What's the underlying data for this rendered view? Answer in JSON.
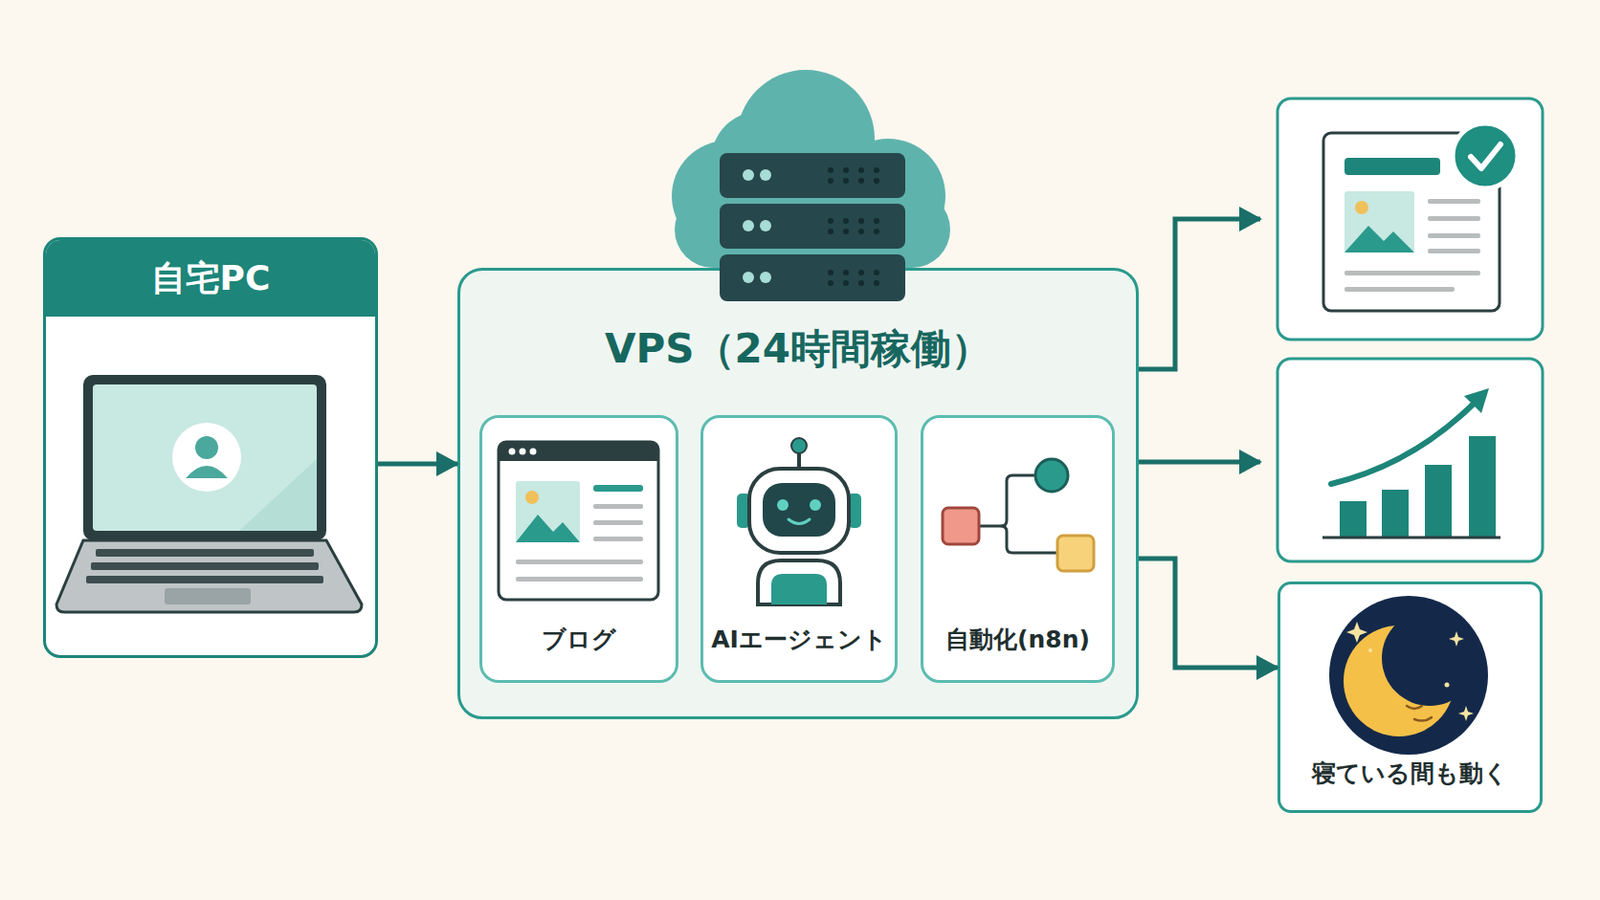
{
  "diagram": {
    "nodes": [
      {
        "text": [
          "自宅PC"
        ]
      },
      {
        "text": [
          "VPS（24時間稼働）"
        ]
      },
      {
        "text": [
          "ブログ"
        ],
        "in": 1
      },
      {
        "text": [
          "AIエージェント"
        ],
        "in": 1
      },
      {
        "text": [
          "自動化(n8n)"
        ],
        "in": 1
      },
      {
        "text": [
          "寝ている間も動く"
        ]
      }
    ],
    "edges": [
      {
        "from": 0,
        "to": 1,
        "arrow": "to"
      },
      {
        "from": 1,
        "to": 5,
        "arrow": "to"
      }
    ]
  }
}
